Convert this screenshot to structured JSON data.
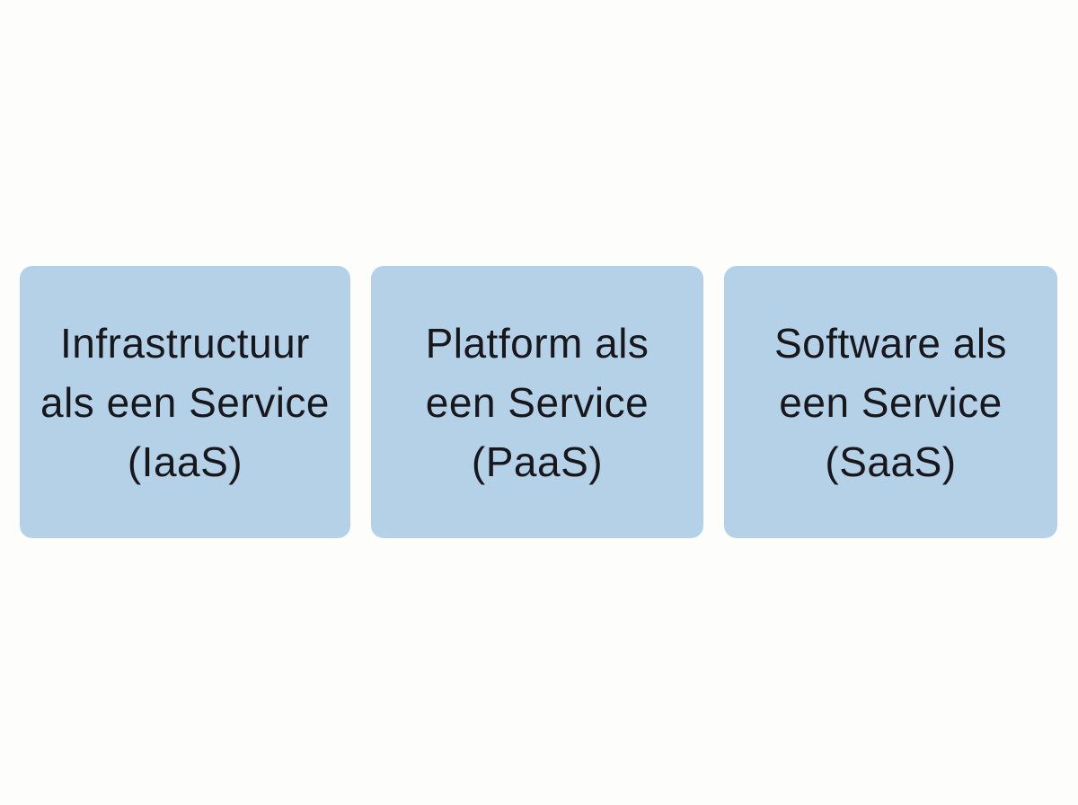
{
  "page": {
    "background_color": "#fdfdfb"
  },
  "diagram": {
    "box_color": "#b5d1e8",
    "text_color": "#17171c",
    "boxes": [
      {
        "id": "iaas",
        "label": "Infrastructuur als een Service (IaaS)",
        "lines": [
          "Infrastructuur",
          "als een Service",
          "(IaaS)"
        ]
      },
      {
        "id": "paas",
        "label": "Platform als een Service (PaaS)",
        "lines": [
          "Platform als",
          "een Service",
          "(PaaS)"
        ]
      },
      {
        "id": "saas",
        "label": "Software als een Service (SaaS)",
        "lines": [
          "Software als",
          "een Service",
          "(SaaS)"
        ]
      }
    ]
  }
}
